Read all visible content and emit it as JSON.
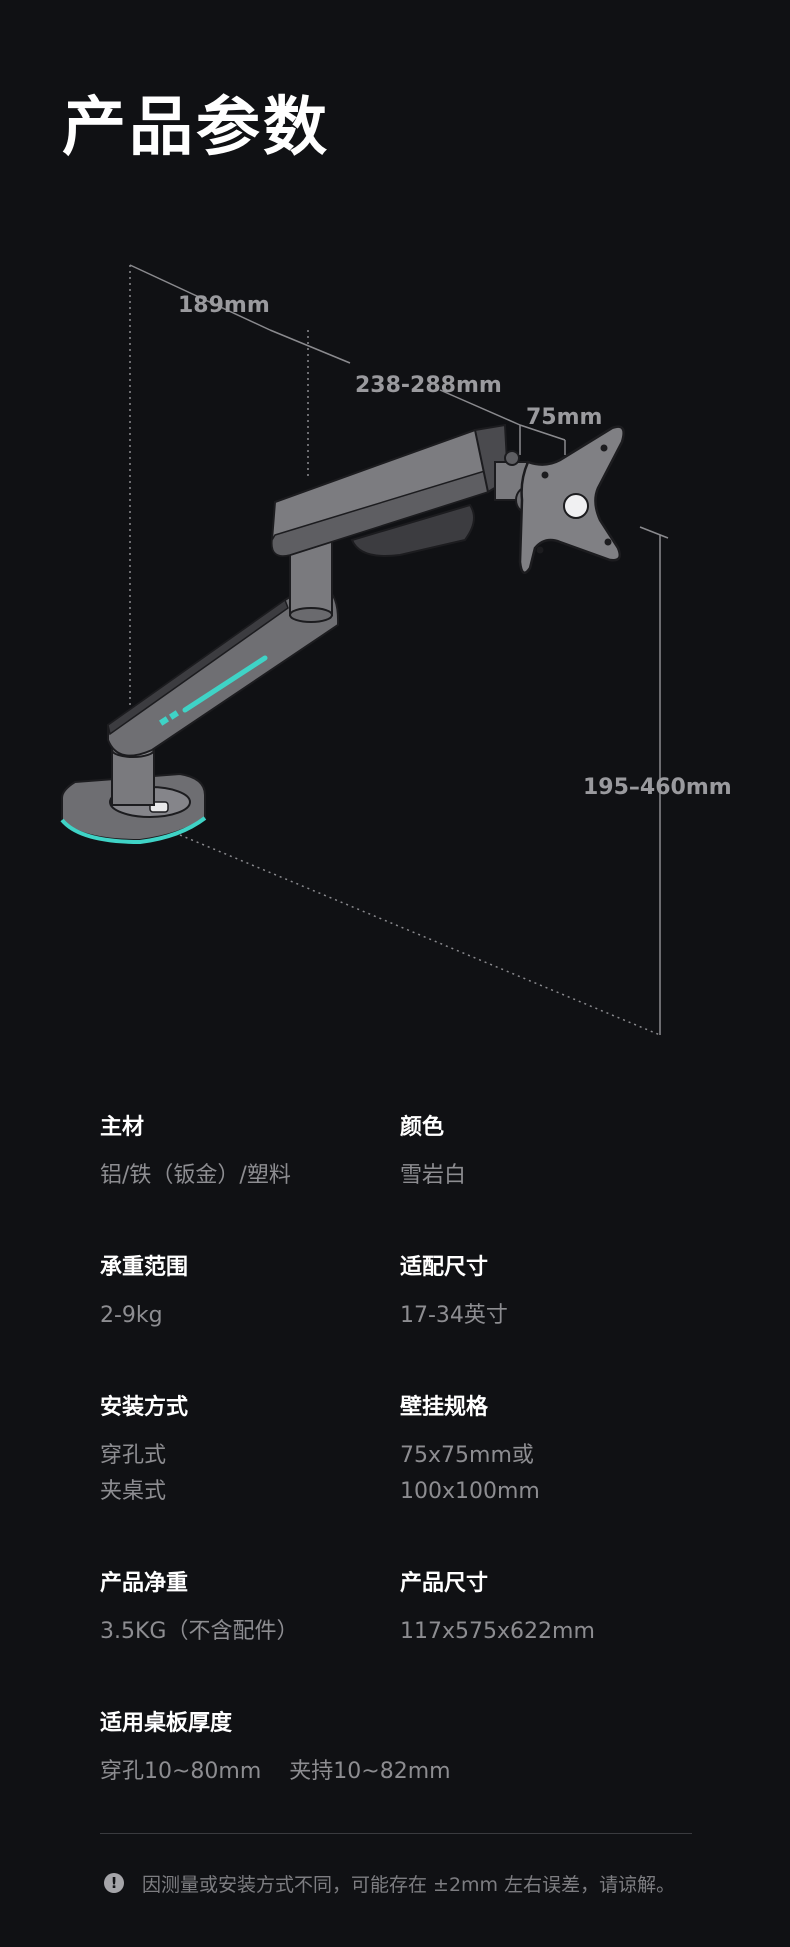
{
  "page": {
    "title": "产品参数"
  },
  "dimensions": {
    "depth": "189mm",
    "arm_length": "238-288mm",
    "head_length": "75mm",
    "height_range": "195–460mm"
  },
  "colors": {
    "background": "#101114",
    "arm": "#7a7a7e",
    "arm_dark": "#3c3c40",
    "accent_glow": "#3fd3c6",
    "label": "#9a9a9e",
    "value": "#8d8d91"
  },
  "specs": {
    "material": {
      "label": "主材",
      "value": "铝/铁（钣金）/塑料"
    },
    "color": {
      "label": "颜色",
      "value": "雪岩白"
    },
    "load": {
      "label": "承重范围",
      "value": "2-9kg"
    },
    "screen_size": {
      "label": "适配尺寸",
      "value": "17-34英寸"
    },
    "install": {
      "label": "安装方式",
      "values": [
        "穿孔式",
        "夹桌式"
      ]
    },
    "vesa": {
      "label": "壁挂规格",
      "values": [
        "75x75mm或",
        "100x100mm"
      ]
    },
    "net_weight": {
      "label": "产品净重",
      "value": "3.5KG（不含配件）"
    },
    "product_size": {
      "label": "产品尺寸",
      "value": "117x575x622mm"
    },
    "desk_thickness": {
      "label": "适用桌板厚度",
      "values": [
        "穿孔10~80mm",
        "夹持10~82mm"
      ]
    }
  },
  "note": {
    "icon": "alert-icon",
    "text": "因测量或安装方式不同，可能存在 ±2mm 左右误差，请谅解。"
  }
}
